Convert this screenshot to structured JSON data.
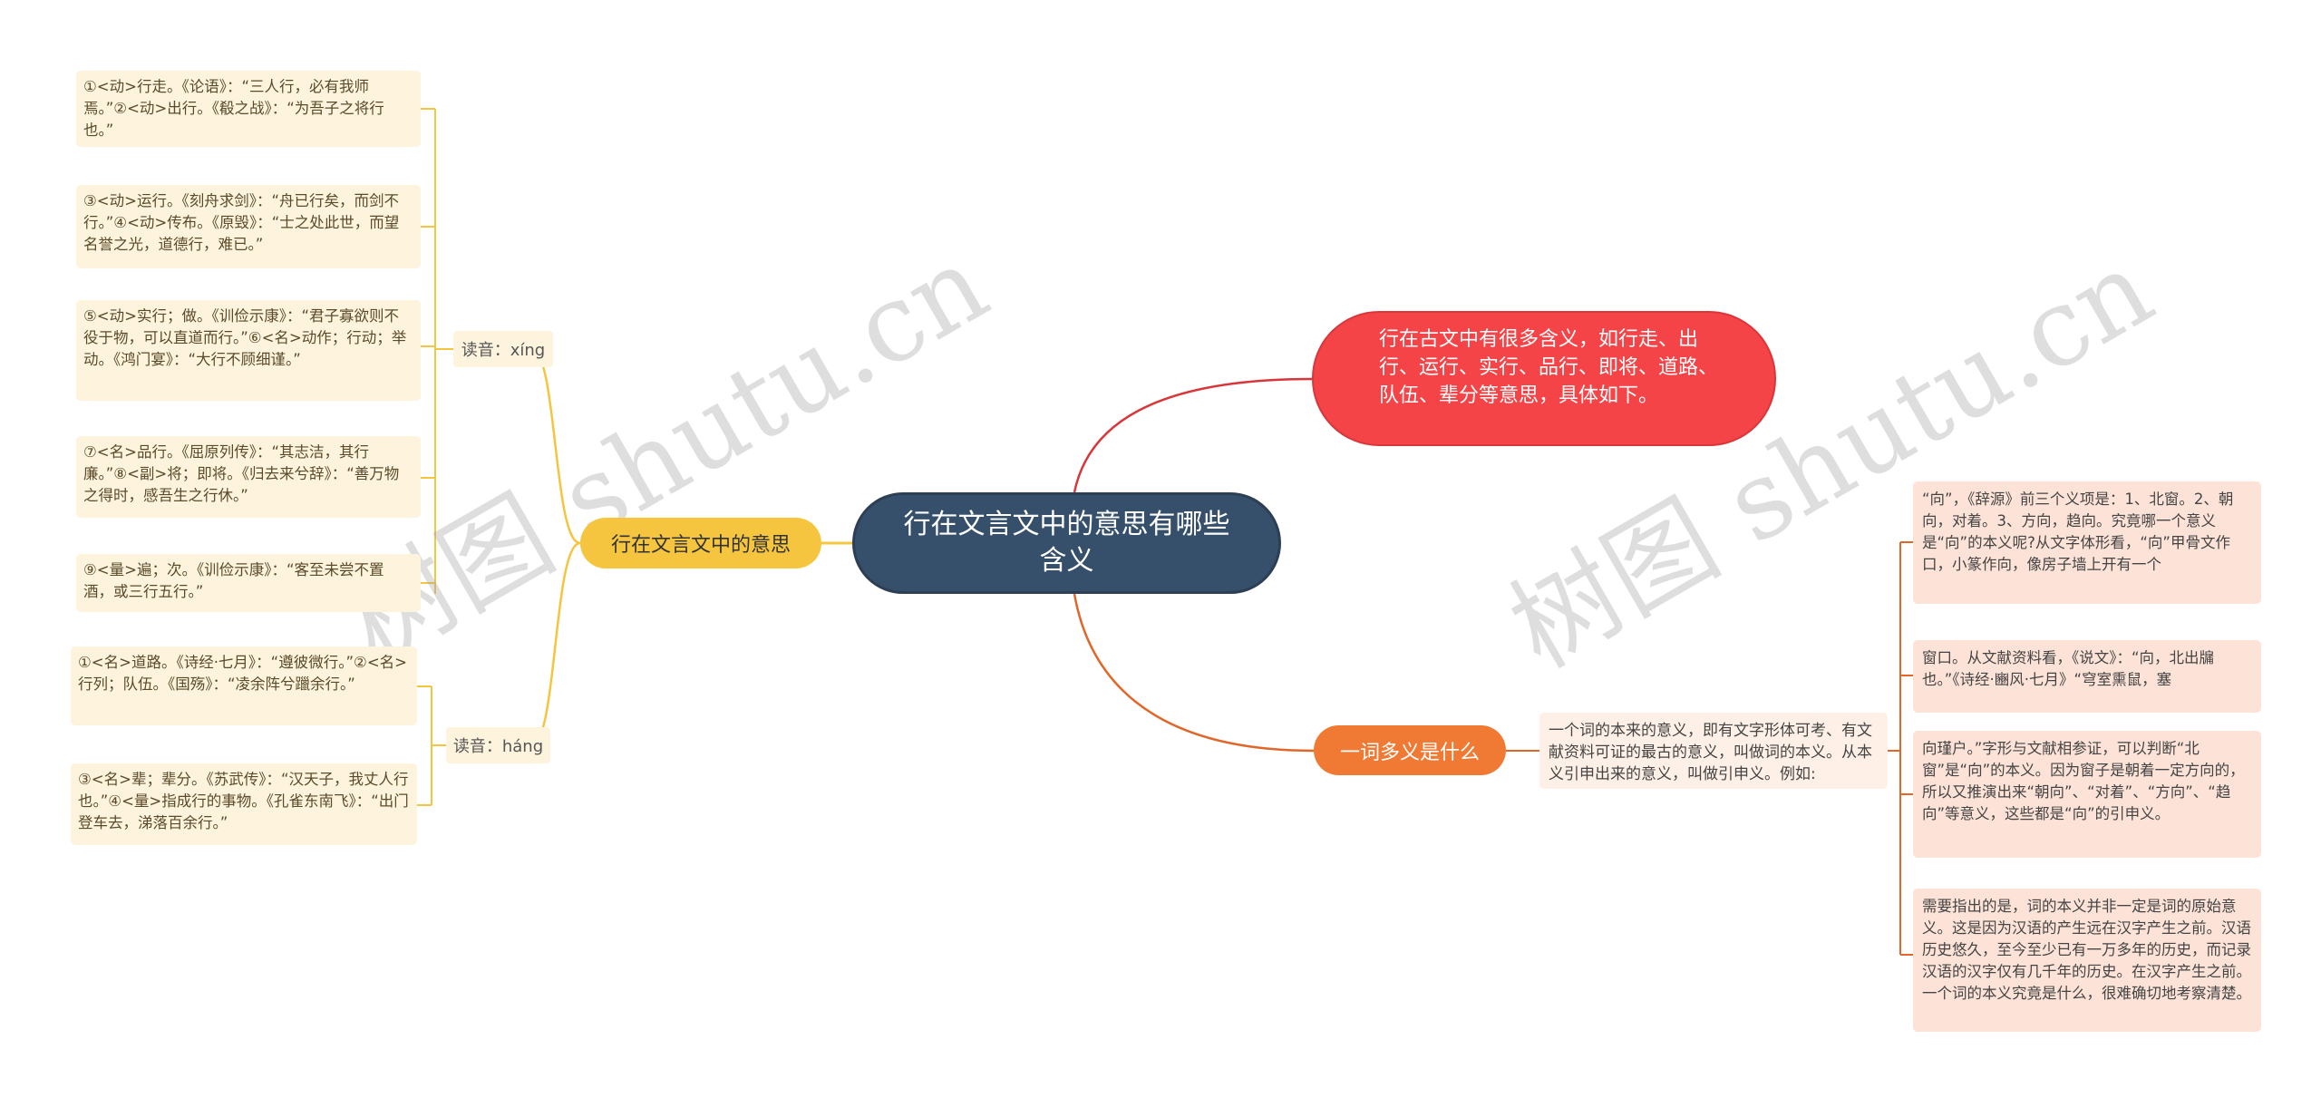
{
  "root": {
    "title": "行在文言文中的意思有哪些含义"
  },
  "branches": {
    "meaning": {
      "label": "行在文言文中的意思",
      "readings": [
        {
          "label": "读音：xíng",
          "items": [
            "①<动>行走。《论语》：“三人行，必有我师焉。”②<动>出行。《殽之战》：“为吾子之将行也。”",
            "③<动>运行。《刻舟求剑》：“舟已行矣，而剑不行。”④<动>传布。《原毁》：“士之处此世，而望名誉之光，道德行，难已。”",
            "⑤<动>实行；做。《训俭示康》：“君子寡欲则不役于物，可以直道而行。”⑥<名>动作；行动；举动。《鸿门宴》：“大行不顾细谨。”",
            "⑦<名>品行。《屈原列传》：“其志洁，其行廉。”⑧<副>将；即将。《归去来兮辞》：“善万物之得时，感吾生之行休。”",
            "⑨<量>遍；次。《训俭示康》：“客至未尝不置酒，或三行五行。”"
          ]
        },
        {
          "label": "读音：háng",
          "items": [
            "①<名>道路。《诗经·七月》：“遵彼微行。”②<名>行列；队伍。《国殇》：“凌余阵兮躐余行。”",
            "③<名>辈；辈分。《苏武传》：“汉天子，我丈人行也。”④<量>指成行的事物。《孔雀东南飞》：“出门登车去，涕落百余行。”"
          ]
        }
      ]
    },
    "intro": {
      "label": "行在古文中有很多含义，如行走、出行、运行、实行、品行、即将、道路、队伍、辈分等意思，具体如下。"
    },
    "polysemy": {
      "label": "一词多义是什么",
      "definition": "一个词的本来的意义，即有文字形体可考、有文献资料可证的最古的意义，叫做词的本义。从本义引申出来的意义，叫做引申义。例如:",
      "items": [
        "“向”，《辞源》前三个义项是：1、北窗。2、朝向，对着。3、方向，趋向。究竟哪一个意义是“向”的本义呢?从文字体形看，“向”甲骨文作口，小篆作向，像房子墙上开有一个",
        "窗口。从文献资料看，《说文》：“向，北出牖也。”《诗经·豳风·七月》“穹室熏鼠，塞",
        "向瑾户。”字形与文献相参证，可以判断“北窗”是“向”的本义。因为窗子是朝着一定方向的，所以又推演出来“朝向”、“对着”、“方向”、“趋向”等意义，这些都是“向”的引申义。",
        "需要指出的是，词的本义并非一定是词的原始意义。这是因为汉语的产生远在汉字产生之前。汉语历史悠久，至今至少已有一万多年的历史，而记录汉语的汉字仅有几千年的历史。在汉字产生之前。一个词的本义究竟是什么，很难确切地考察清楚。"
      ]
    }
  },
  "watermarks": [
    "树图 shutu.cn",
    "树图 shutu.cn"
  ],
  "colors": {
    "root": "#36506b",
    "branch_left": "#f5c540",
    "branch_red": "#f44447",
    "branch_orange": "#f07a33",
    "leaf_left_bg": "#fef4dd",
    "leaf_right_bg": "#fde3d7"
  }
}
